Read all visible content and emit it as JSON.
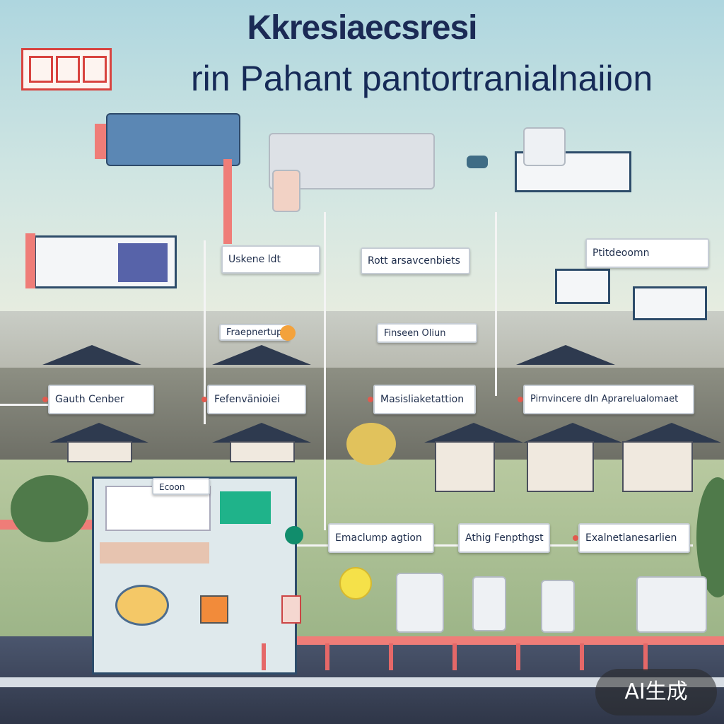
{
  "header": {
    "title_line1": "Kkresiaecsresi",
    "title_line2": "rin Pahant pantortranialnaiion"
  },
  "labels": {
    "uskene_ldt": "Uskene ldt",
    "rott_arsavcenbiets": "Rott arsavcenbiets",
    "ptitdeoomn": "Ptitdeoomn",
    "fraepnertup": "Fraepnertup",
    "finseen_oliun": "Finseen Oliun",
    "gauth_cenber": "Gauth Cenber",
    "fefenvanioiei": "Fefenvänioiei",
    "masisliaketattion": "Masisliaketattion",
    "pirnvincere": "Pirnvincere dln Aprarelualomaet",
    "ecoon": "Ecoon",
    "emaclump_agtion": "Emaclump agtion",
    "athig_fenpthgst": "Athig Fenpthgst",
    "exalnetlanesarlien": "Exalnetlanesarlien"
  },
  "badge": {
    "text": "AI生成"
  },
  "colors": {
    "title": "#1b2a55",
    "pipe": "#ef7d78",
    "panel_border": "#2d4c6a",
    "seal": "#d8433f"
  }
}
